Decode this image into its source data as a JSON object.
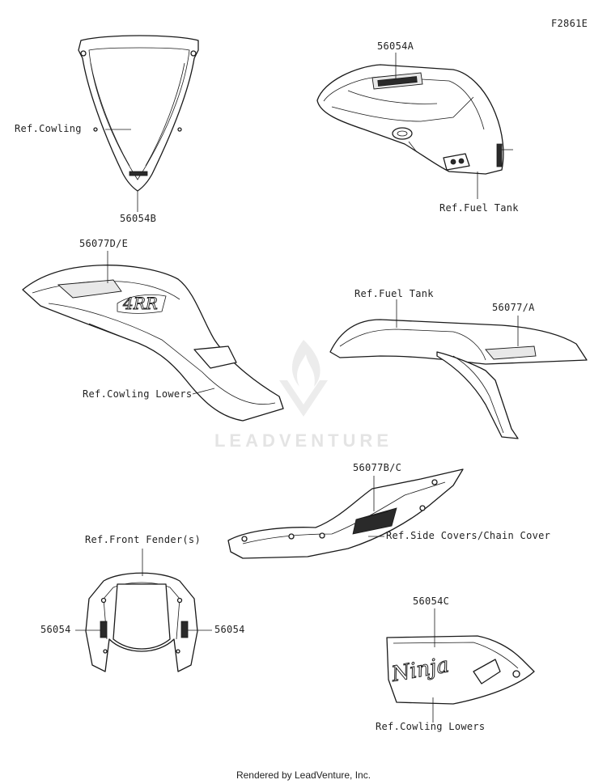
{
  "diagram_code": "F2861E",
  "watermark": "LEADVENTURE",
  "footer": "Rendered by LeadVenture, Inc.",
  "labels": {
    "p56054A": "56054A",
    "p56054B": "56054B",
    "ref_cowling": "Ref.Cowling",
    "ref_fuel_tank_1": "Ref.Fuel Tank",
    "p56077DE": "56077D/E",
    "ref_fuel_tank_2": "Ref.Fuel Tank",
    "p56077A": "56077/A",
    "ref_cowling_lowers_1": "Ref.Cowling Lowers",
    "p56077BC": "56077B/C",
    "ref_side_covers": "Ref.Side Covers/Chain Cover",
    "ref_front_fender": "Ref.Front Fender(s)",
    "p56054_left": "56054",
    "p56054_right": "56054",
    "p56054C": "56054C",
    "ref_cowling_lowers_2": "Ref.Cowling Lowers"
  }
}
